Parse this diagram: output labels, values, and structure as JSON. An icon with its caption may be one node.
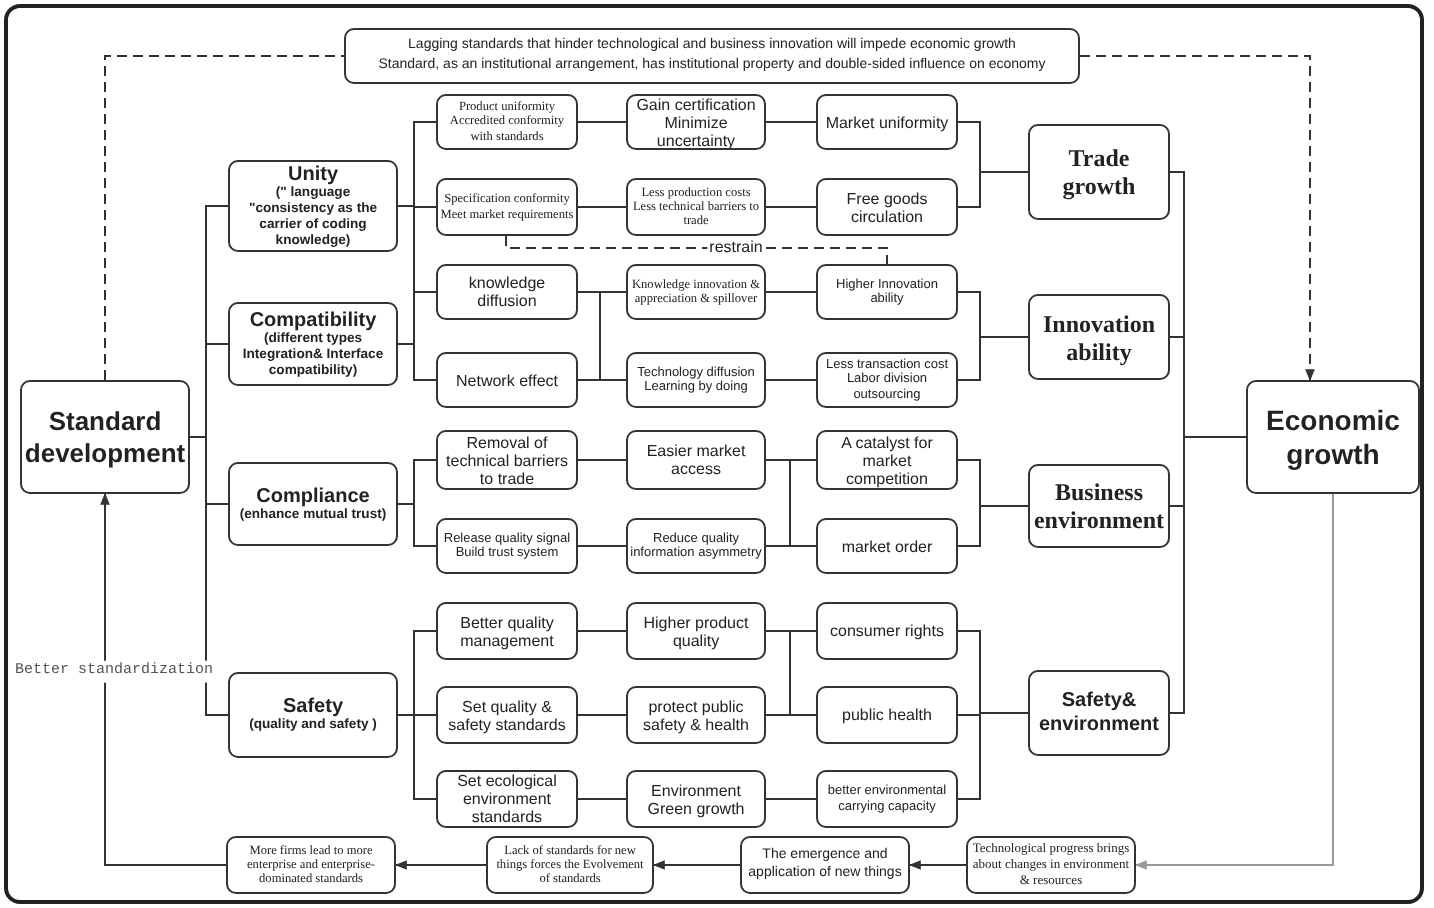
{
  "diagram": {
    "nodes": [
      {
        "text": [
          "Lagging standards that hinder technological and business innovation will impede economic growth",
          "Standard, as an institutional arrangement, has institutional property and double-sided influence on economy"
        ]
      },
      {
        "text": [
          "Standard development"
        ]
      },
      {
        "text": [
          "Unity",
          "(\" language \"consistency as the carrier of coding knowledge)"
        ]
      },
      {
        "text": [
          "Compatibility",
          "(different types Integration& Interface compatibility)"
        ]
      },
      {
        "text": [
          "Compliance",
          "(enhance mutual trust)"
        ]
      },
      {
        "text": [
          "Safety",
          "(quality and safety )"
        ]
      },
      {
        "text": [
          "Product uniformity",
          "Accredited conformity with standards"
        ]
      },
      {
        "text": [
          "Specification conformity",
          "Meet market requirements"
        ]
      },
      {
        "text": [
          "knowledge diffusion"
        ]
      },
      {
        "text": [
          "Network effect"
        ]
      },
      {
        "text": [
          "Removal of technical barriers to trade"
        ]
      },
      {
        "text": [
          "Release quality signal",
          "Build trust system"
        ]
      },
      {
        "text": [
          "Better quality management"
        ]
      },
      {
        "text": [
          "Set quality & safety standards"
        ]
      },
      {
        "text": [
          "Set ecological environment standards"
        ]
      },
      {
        "text": [
          "Gain certification",
          "Minimize uncertainty"
        ]
      },
      {
        "text": [
          "Less production costs",
          "Less technical barriers to trade"
        ]
      },
      {
        "text": [
          "Knowledge innovation & appreciation & spillover"
        ]
      },
      {
        "text": [
          "Technology diffusion",
          "Learning by doing"
        ]
      },
      {
        "text": [
          "Easier market access"
        ]
      },
      {
        "text": [
          "Reduce quality information asymmetry"
        ]
      },
      {
        "text": [
          "Higher product quality"
        ]
      },
      {
        "text": [
          "protect public safety & health"
        ]
      },
      {
        "text": [
          "Environment",
          "Green growth"
        ]
      },
      {
        "text": [
          "Market uniformity"
        ]
      },
      {
        "text": [
          "Free goods circulation"
        ]
      },
      {
        "text": [
          "Higher Innovation ability"
        ]
      },
      {
        "text": [
          "Less transaction cost",
          "Labor division",
          "outsourcing"
        ]
      },
      {
        "text": [
          "A catalyst for market competition"
        ]
      },
      {
        "text": [
          "market order"
        ]
      },
      {
        "text": [
          "consumer rights"
        ]
      },
      {
        "text": [
          "public health"
        ]
      },
      {
        "text": [
          "better environmental carrying capacity"
        ]
      },
      {
        "text": [
          "Trade growth"
        ]
      },
      {
        "text": [
          "Innovation ability"
        ]
      },
      {
        "text": [
          "Business environment"
        ]
      },
      {
        "text": [
          "Safety& environment"
        ]
      },
      {
        "text": [
          "Economic growth"
        ]
      },
      {
        "text": [
          "More firms lead to more enterprise and enterprise-dominated standards"
        ]
      },
      {
        "text": [
          "Lack of standards for new things forces the Evolvement of standards"
        ]
      },
      {
        "text": [
          "The emergence and application of new things"
        ]
      },
      {
        "text": [
          "Technological progress brings about changes in environment & resources"
        ]
      }
    ],
    "edges": [
      {
        "from": 1,
        "to": 0,
        "arrow": "none",
        "style": "dashed"
      },
      {
        "from": 0,
        "to": 37,
        "arrow": "to",
        "style": "dashed"
      },
      {
        "from": 1,
        "to": 2,
        "arrow": "none"
      },
      {
        "from": 1,
        "to": 3,
        "arrow": "none"
      },
      {
        "from": 1,
        "to": 4,
        "arrow": "none"
      },
      {
        "from": 1,
        "to": 5,
        "arrow": "none"
      },
      {
        "from": 2,
        "to": 6,
        "arrow": "none"
      },
      {
        "from": 2,
        "to": 7,
        "arrow": "none"
      },
      {
        "from": 2,
        "to": 8,
        "arrow": "none"
      },
      {
        "from": 3,
        "to": 8,
        "arrow": "none"
      },
      {
        "from": 3,
        "to": 9,
        "arrow": "none"
      },
      {
        "from": 4,
        "to": 10,
        "arrow": "none"
      },
      {
        "from": 4,
        "to": 11,
        "arrow": "none"
      },
      {
        "from": 5,
        "to": 12,
        "arrow": "none"
      },
      {
        "from": 5,
        "to": 13,
        "arrow": "none"
      },
      {
        "from": 5,
        "to": 14,
        "arrow": "none"
      },
      {
        "from": 6,
        "to": 15,
        "arrow": "none"
      },
      {
        "from": 7,
        "to": 16,
        "arrow": "none"
      },
      {
        "from": 8,
        "to": 17,
        "arrow": "none"
      },
      {
        "from": 8,
        "to": 18,
        "arrow": "none"
      },
      {
        "from": 9,
        "to": 17,
        "arrow": "none"
      },
      {
        "from": 9,
        "to": 18,
        "arrow": "none"
      },
      {
        "from": 10,
        "to": 19,
        "arrow": "none"
      },
      {
        "from": 11,
        "to": 20,
        "arrow": "none"
      },
      {
        "from": 12,
        "to": 21,
        "arrow": "none"
      },
      {
        "from": 13,
        "to": 22,
        "arrow": "none"
      },
      {
        "from": 14,
        "to": 23,
        "arrow": "none"
      },
      {
        "from": 15,
        "to": 24,
        "arrow": "none"
      },
      {
        "from": 16,
        "to": 25,
        "arrow": "none"
      },
      {
        "from": 17,
        "to": 26,
        "arrow": "none"
      },
      {
        "from": 18,
        "to": 27,
        "arrow": "none"
      },
      {
        "from": 19,
        "to": 28,
        "arrow": "none"
      },
      {
        "from": 19,
        "to": 29,
        "arrow": "none"
      },
      {
        "from": 20,
        "to": 28,
        "arrow": "none"
      },
      {
        "from": 20,
        "to": 29,
        "arrow": "none"
      },
      {
        "from": 21,
        "to": 30,
        "arrow": "none"
      },
      {
        "from": 21,
        "to": 31,
        "arrow": "none"
      },
      {
        "from": 22,
        "to": 30,
        "arrow": "none"
      },
      {
        "from": 22,
        "to": 31,
        "arrow": "none"
      },
      {
        "from": 23,
        "to": 32,
        "arrow": "none"
      },
      {
        "from": 24,
        "to": 33,
        "arrow": "none"
      },
      {
        "from": 25,
        "to": 33,
        "arrow": "none"
      },
      {
        "from": 26,
        "to": 34,
        "arrow": "none"
      },
      {
        "from": 27,
        "to": 34,
        "arrow": "none"
      },
      {
        "from": 28,
        "to": 35,
        "arrow": "none"
      },
      {
        "from": 29,
        "to": 35,
        "arrow": "none"
      },
      {
        "from": 30,
        "to": 36,
        "arrow": "none"
      },
      {
        "from": 31,
        "to": 36,
        "arrow": "none"
      },
      {
        "from": 32,
        "to": 36,
        "arrow": "none"
      },
      {
        "from": 33,
        "to": 37,
        "arrow": "none"
      },
      {
        "from": 34,
        "to": 37,
        "arrow": "none"
      },
      {
        "from": 35,
        "to": 37,
        "arrow": "none"
      },
      {
        "from": 36,
        "to": 37,
        "arrow": "none"
      },
      {
        "from": 37,
        "to": 41,
        "arrow": "to",
        "color": "#999999"
      },
      {
        "from": 41,
        "to": 40,
        "arrow": "to"
      },
      {
        "from": 40,
        "to": 39,
        "arrow": "to"
      },
      {
        "from": 39,
        "to": 38,
        "arrow": "to"
      },
      {
        "from": 38,
        "to": 1,
        "arrow": "to",
        "label": "Better standardization"
      },
      {
        "from": 7,
        "to": 26,
        "arrow": "none",
        "style": "dashed",
        "label": "restrain"
      }
    ]
  }
}
